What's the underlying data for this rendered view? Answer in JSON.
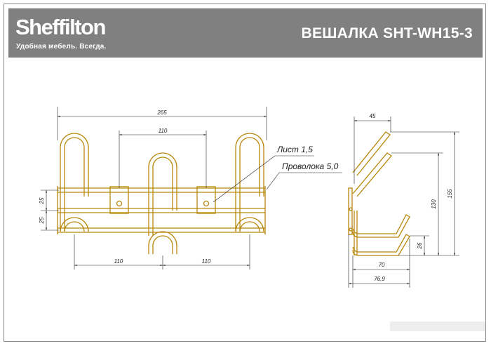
{
  "brand": {
    "name": "Sheffilton",
    "tagline": "Удобная мебель. Всегда."
  },
  "title": "ВЕШАЛКА SHT-WH15-3",
  "colors": {
    "header_bg": "#808080",
    "wire": "#b8860b",
    "dim_line": "#222222"
  },
  "front_view": {
    "dims": {
      "overall_width": "265",
      "top_spacing": "110",
      "bottom_left": "110",
      "bottom_right": "110",
      "vertical_1": "25",
      "vertical_2": "25"
    },
    "callouts": {
      "sheet": "Лист 1,5",
      "wire": "Проволока 5,0"
    }
  },
  "side_view": {
    "dims": {
      "top_depth": "45",
      "height_total": "155",
      "height_inner": "130",
      "hook_height": "26",
      "bottom_depth": "70",
      "overall_depth": "76,9"
    }
  }
}
